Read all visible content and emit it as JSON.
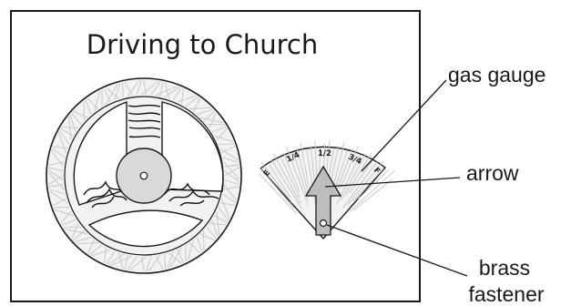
{
  "title": "Driving to Church",
  "gauge": {
    "ticks": {
      "e": "E",
      "quarter": "1/4",
      "half": "1/2",
      "three_quarter": "3/4",
      "f": "F"
    }
  },
  "callouts": {
    "gas_gauge": "gas gauge",
    "arrow": "arrow",
    "brass": "brass",
    "fastener": "fastener"
  },
  "colors": {
    "outline": "#1a1a1a",
    "texture": "#c4c4c4",
    "hub": "#d9d9d9",
    "arrow_fill": "#bdbdbd"
  }
}
